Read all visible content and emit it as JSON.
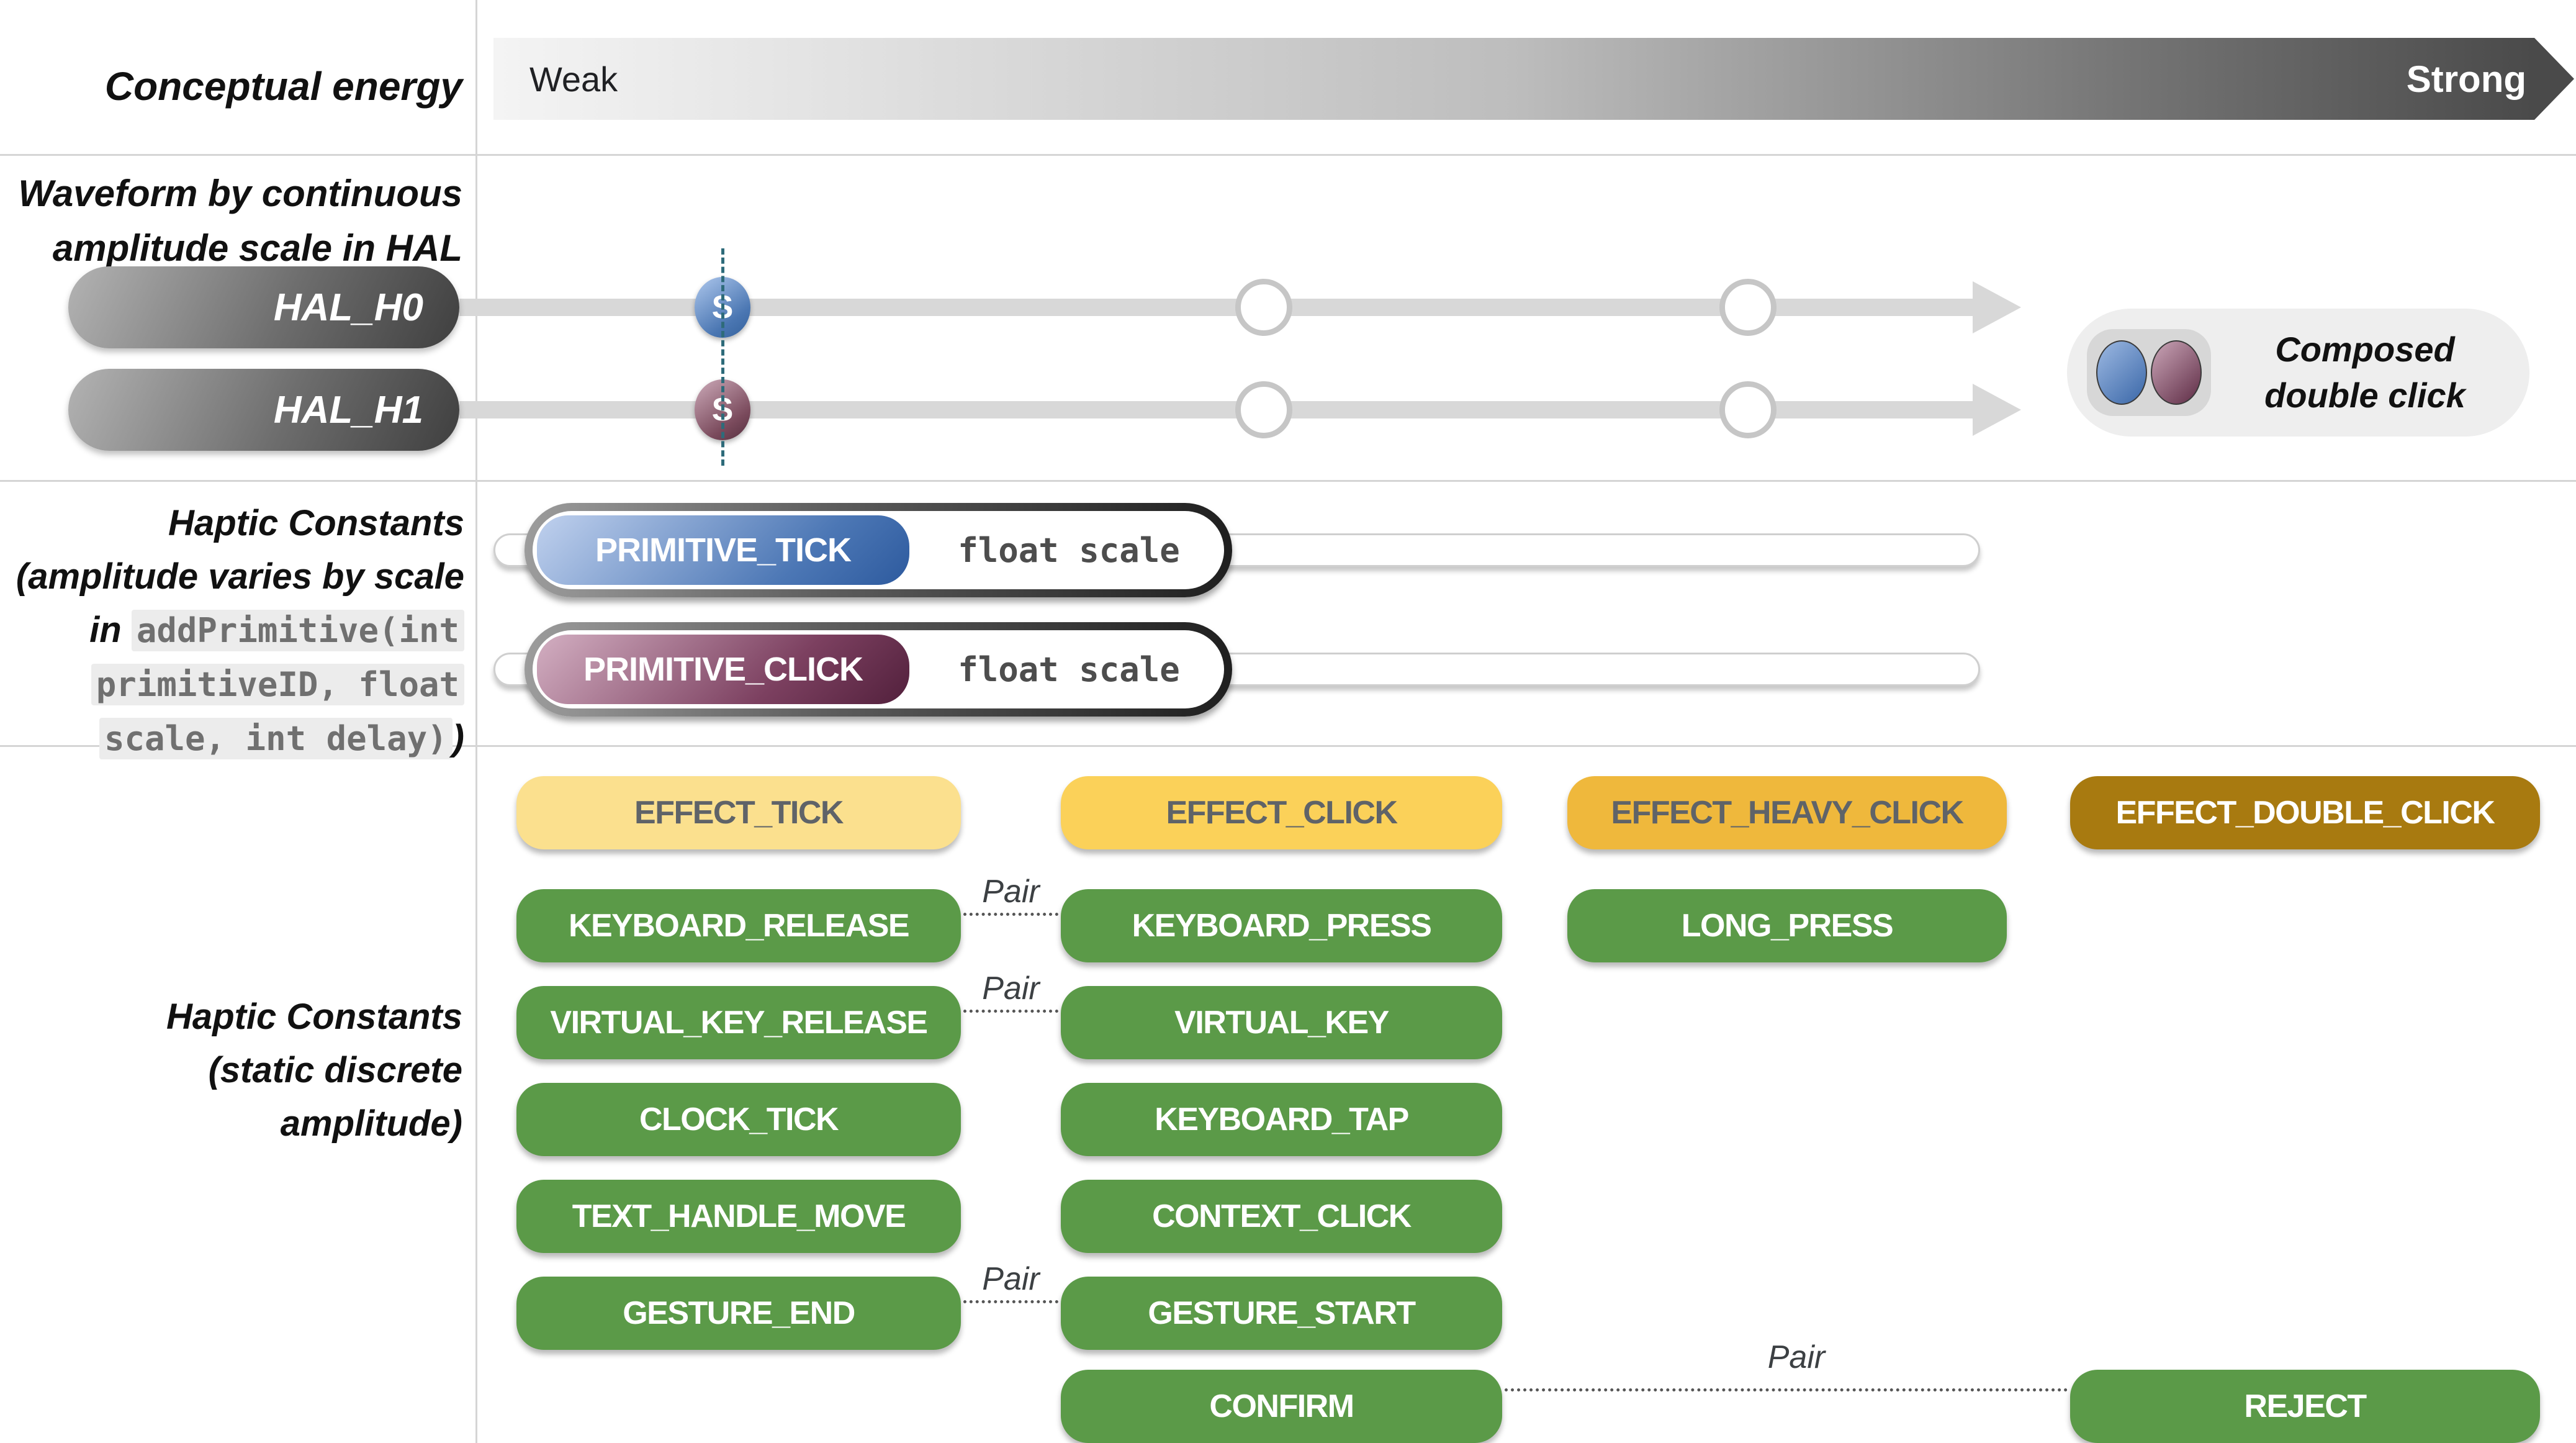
{
  "header": {
    "label": "Conceptual energy",
    "weak": "Weak",
    "strong": "Strong"
  },
  "hal": {
    "label_lines": [
      "Waveform by continuous",
      "amplitude scale in HAL"
    ],
    "rows": [
      {
        "name": "HAL_H0",
        "badge": "S",
        "color": "blue"
      },
      {
        "name": "HAL_H1",
        "badge": "S",
        "color": "maroon"
      }
    ],
    "composed": {
      "label_lines": [
        "Composed",
        "double click"
      ]
    }
  },
  "primitives": {
    "label": {
      "line1": "Haptic Constants",
      "line2": "(amplitude varies by scale",
      "line3_prefix": "in ",
      "code1": "addPrimitive(int",
      "code2": "primitiveID, float",
      "code3": "scale, int delay)",
      "suffix": ")"
    },
    "rows": [
      {
        "label": "PRIMITIVE_TICK",
        "param": "float scale",
        "color": "blue"
      },
      {
        "label": "PRIMITIVE_CLICK",
        "param": "float scale",
        "color": "maroon"
      }
    ]
  },
  "constants": {
    "label_lines": [
      "Haptic Constants",
      "(static discrete",
      "amplitude)"
    ],
    "pair_label": "Pair",
    "pills": [
      {
        "label": "EFFECT_TICK",
        "row": 1,
        "col": 1,
        "variant": "yellow1"
      },
      {
        "label": "EFFECT_CLICK",
        "row": 1,
        "col": 2,
        "variant": "yellow2"
      },
      {
        "label": "EFFECT_HEAVY_CLICK",
        "row": 1,
        "col": 3,
        "variant": "yellow3"
      },
      {
        "label": "EFFECT_DOUBLE_CLICK",
        "row": 1,
        "col": 4,
        "variant": "gold"
      },
      {
        "label": "KEYBOARD_RELEASE",
        "row": 2,
        "col": 1,
        "variant": "green"
      },
      {
        "label": "KEYBOARD_PRESS",
        "row": 2,
        "col": 2,
        "variant": "green"
      },
      {
        "label": "LONG_PRESS",
        "row": 2,
        "col": 3,
        "variant": "green"
      },
      {
        "label": "VIRTUAL_KEY_RELEASE",
        "row": 3,
        "col": 1,
        "variant": "green"
      },
      {
        "label": "VIRTUAL_KEY",
        "row": 3,
        "col": 2,
        "variant": "green"
      },
      {
        "label": "CLOCK_TICK",
        "row": 4,
        "col": 1,
        "variant": "green"
      },
      {
        "label": "KEYBOARD_TAP",
        "row": 4,
        "col": 2,
        "variant": "green"
      },
      {
        "label": "TEXT_HANDLE_MOVE",
        "row": 5,
        "col": 1,
        "variant": "green"
      },
      {
        "label": "CONTEXT_CLICK",
        "row": 5,
        "col": 2,
        "variant": "green"
      },
      {
        "label": "GESTURE_END",
        "row": 6,
        "col": 1,
        "variant": "green"
      },
      {
        "label": "GESTURE_START",
        "row": 6,
        "col": 2,
        "variant": "green"
      },
      {
        "label": "CONFIRM",
        "row": 7,
        "col": 2,
        "variant": "green"
      },
      {
        "label": "REJECT",
        "row": 7,
        "col": 4,
        "variant": "green"
      }
    ],
    "pairs": [
      {
        "row": 2,
        "from": 1,
        "to": 2
      },
      {
        "row": 3,
        "from": 1,
        "to": 2
      },
      {
        "row": 6,
        "from": 1,
        "to": 2
      },
      {
        "row": 7,
        "from": 2,
        "to": 4
      }
    ]
  },
  "colors": {
    "green": "#5B9A48",
    "yellow_light": "#FBE08E",
    "yellow_mid": "#FBD159",
    "yellow_deep": "#EFB83C",
    "gold": "#A87A10",
    "blue_accent": "#4A76B2",
    "maroon_accent": "#7A4A5C",
    "timeline_gray": "#D8D8D8",
    "bar_dark": "#4A4A4A"
  }
}
